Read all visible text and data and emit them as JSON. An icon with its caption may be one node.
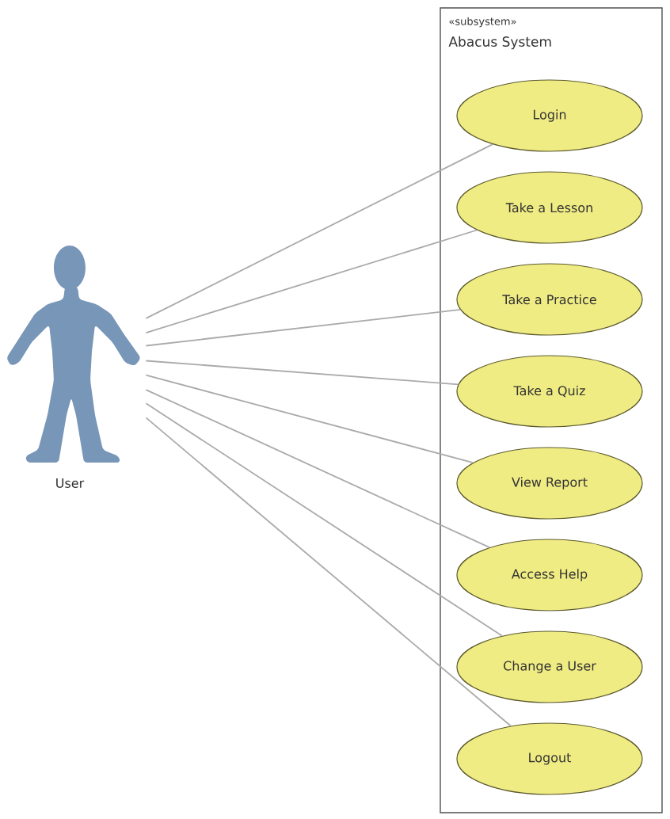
{
  "diagram": {
    "nodes": [
      {
        "text": [
          "User"
        ]
      },
      {
        "text": [
          "«subsystem»",
          "Abacus System"
        ]
      },
      {
        "text": [
          "Login"
        ],
        "in": 1
      },
      {
        "text": [
          "Take a Lesson"
        ],
        "in": 1
      },
      {
        "text": [
          "Take a Practice"
        ],
        "in": 1
      },
      {
        "text": [
          "Take a Quiz"
        ],
        "in": 1
      },
      {
        "text": [
          "View Report"
        ],
        "in": 1
      },
      {
        "text": [
          "Access Help"
        ],
        "in": 1
      },
      {
        "text": [
          "Change a User"
        ],
        "in": 1
      },
      {
        "text": [
          "Logout"
        ],
        "in": 1
      }
    ],
    "edges": [
      {
        "from": 0,
        "to": 2,
        "arrow": "none"
      },
      {
        "from": 0,
        "to": 3,
        "arrow": "none"
      },
      {
        "from": 0,
        "to": 4,
        "arrow": "none"
      },
      {
        "from": 0,
        "to": 5,
        "arrow": "none"
      },
      {
        "from": 0,
        "to": 6,
        "arrow": "none"
      },
      {
        "from": 0,
        "to": 7,
        "arrow": "none"
      },
      {
        "from": 0,
        "to": 8,
        "arrow": "none"
      },
      {
        "from": 0,
        "to": 9,
        "arrow": "none"
      }
    ]
  }
}
